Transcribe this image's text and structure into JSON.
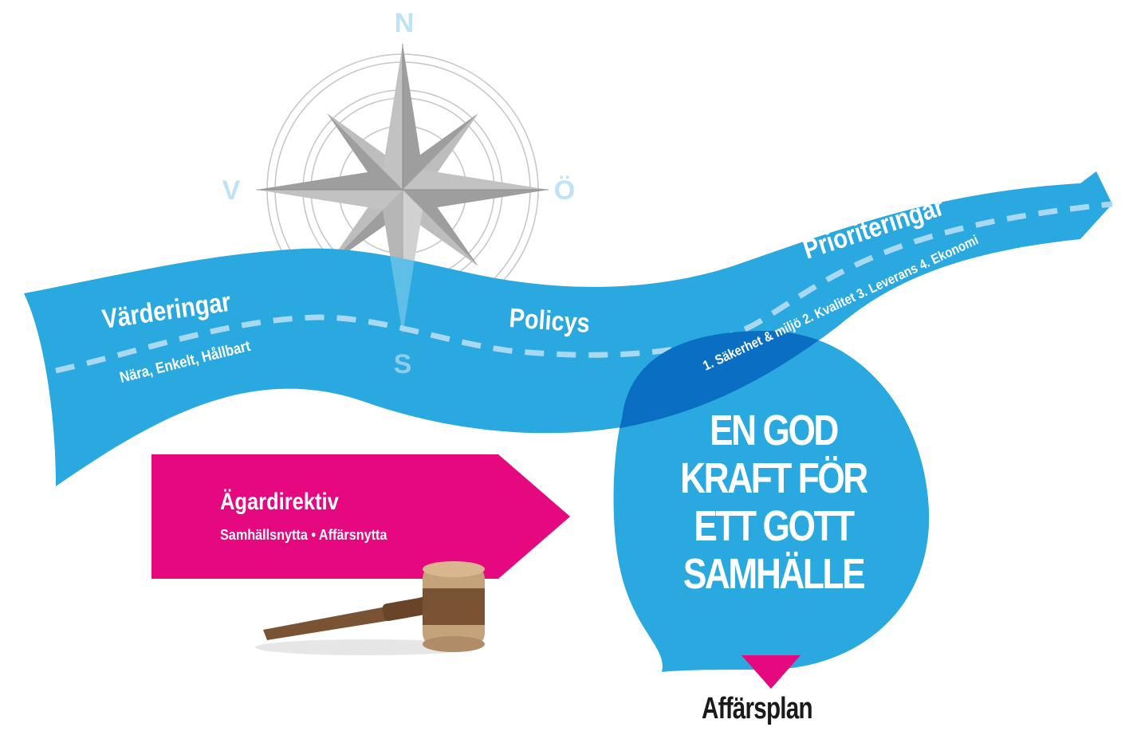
{
  "compass": {
    "north": "N",
    "south": "S",
    "west": "V",
    "east": "Ö"
  },
  "river": {
    "values_title": "Värderingar",
    "values_sub": "Nära, Enkelt, Hållbart",
    "policies_title": "Policys",
    "priorities_title": "Prioriteringar",
    "priorities_sub": "1. Säkerhet & miljö  2. Kvalitet 3. Leverans  4. Ekonomi"
  },
  "owner_directive": {
    "title": "Ägardirektiv",
    "subtitle": "Samhällsnytta  •  Affärsnytta"
  },
  "vision_bubble": {
    "lines": [
      "EN GOD",
      "KRAFT FÖR",
      "ETT GOTT",
      "SAMHÄLLE"
    ]
  },
  "business_plan": {
    "label": "Affärsplan"
  },
  "colors": {
    "river_blue": "#2AA8E0",
    "dash_light_blue": "#A9D9F2",
    "overlap_blue": "#0A6FC2",
    "magenta": "#E5087E",
    "compass_gray": "#A8A8A8",
    "compass_ring": "#BDBDBD",
    "compass_letter": "#BFE3F6",
    "gavel_brown": "#7A5234",
    "gavel_head": "#C4A27A"
  }
}
